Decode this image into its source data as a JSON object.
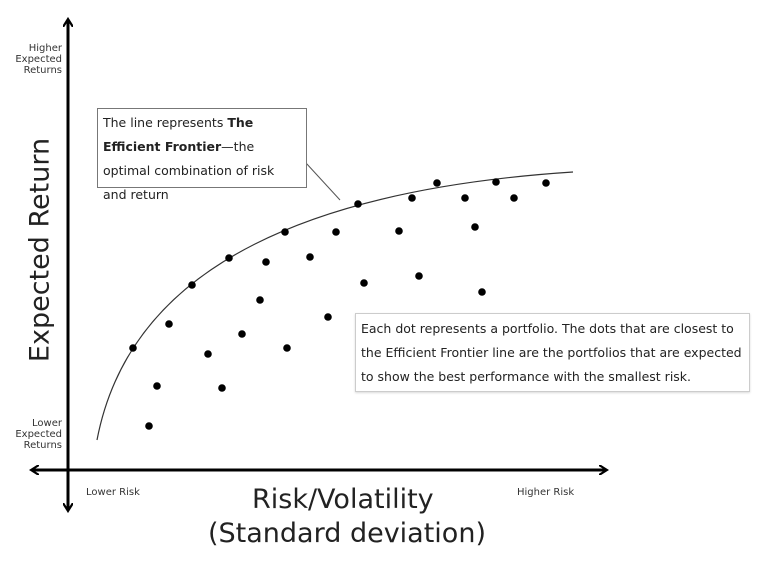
{
  "y_axis": {
    "label": "Expected Return",
    "top_label": "Higher Expected Returns",
    "bottom_label": "Lower Expected Returns"
  },
  "x_axis": {
    "label_line1": "Risk/Volatility",
    "label_line2": "(Standard deviation)",
    "left_label": "Lower Risk",
    "right_label": "Higher Risk"
  },
  "frontier_callout": {
    "text_before": "The line represents ",
    "bold": "The Efficient Frontier",
    "text_after": "—the optimal combination of risk and return"
  },
  "dots_callout": {
    "text": "Each dot represents a portfolio. The dots that are closest to the Efficient Frontier line are the portfolios that are expected to show the best performance with the smallest risk."
  },
  "colors": {
    "ink": "#000000",
    "box_border": "#777777"
  }
}
